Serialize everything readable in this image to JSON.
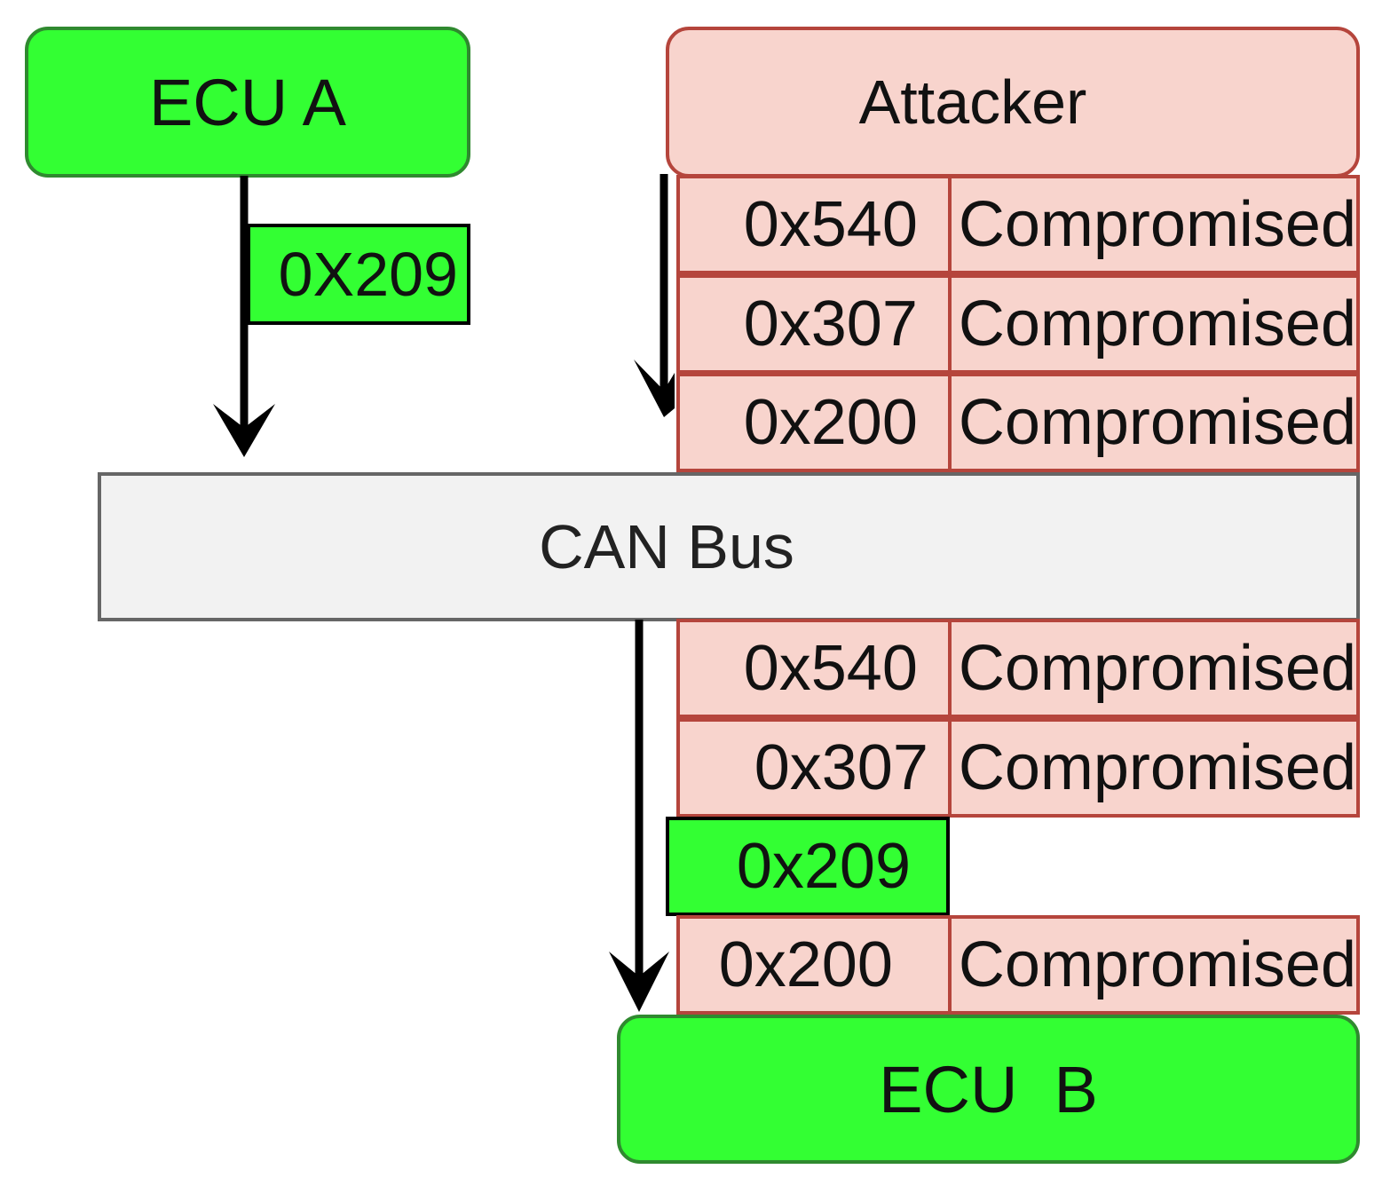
{
  "nodes": {
    "ecu_a": "ECU A",
    "attacker": "Attacker",
    "can_bus": "CAN Bus",
    "ecu_b": "ECU  B"
  },
  "ecu_a_message": "0X209",
  "attacker_messages": [
    {
      "id": "0x540",
      "status": "Compromised"
    },
    {
      "id": "0x307",
      "status": "Compromised"
    },
    {
      "id": "0x200",
      "status": "Compromised"
    }
  ],
  "bus_output": [
    {
      "id": "0x540",
      "status": "Compromised"
    },
    {
      "id": "0x307",
      "status": "Compromised"
    },
    {
      "id": "0x209",
      "status": ""
    },
    {
      "id": "0x200",
      "status": "Compromised"
    }
  ],
  "colors": {
    "ecu_green": "#33ff33",
    "attacker_fill": "#f8d4cd",
    "attacker_border": "#b5453c",
    "bus_fill": "#f2f2f2"
  }
}
